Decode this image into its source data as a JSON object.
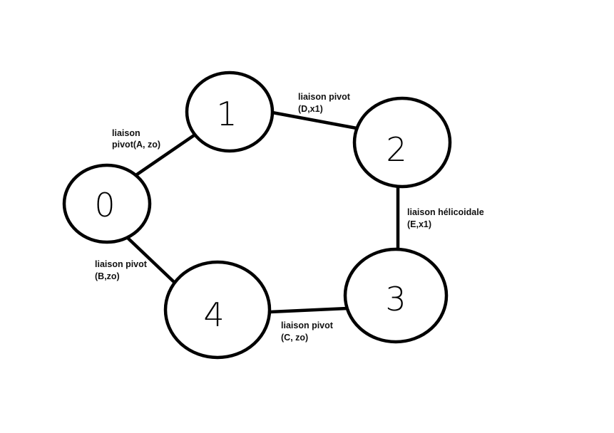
{
  "nodes": [
    {
      "id": "0",
      "label": "0"
    },
    {
      "id": "1",
      "label": "1"
    },
    {
      "id": "2",
      "label": "2"
    },
    {
      "id": "3",
      "label": "3"
    },
    {
      "id": "4",
      "label": "4"
    }
  ],
  "edges": [
    {
      "from": "0",
      "to": "1",
      "label_lines": [
        "liaison",
        "pivot(A, zo)"
      ]
    },
    {
      "from": "1",
      "to": "2",
      "label_lines": [
        "liaison pivot",
        "(D,x1)"
      ]
    },
    {
      "from": "2",
      "to": "3",
      "label_lines": [
        "liaison hélicoidale",
        "(E,x1)"
      ]
    },
    {
      "from": "3",
      "to": "4",
      "label_lines": [
        "liaison pivot",
        "(C,  zo)"
      ]
    },
    {
      "from": "4",
      "to": "0",
      "label_lines": [
        "liaison pivot",
        "(B,zo)"
      ]
    }
  ]
}
